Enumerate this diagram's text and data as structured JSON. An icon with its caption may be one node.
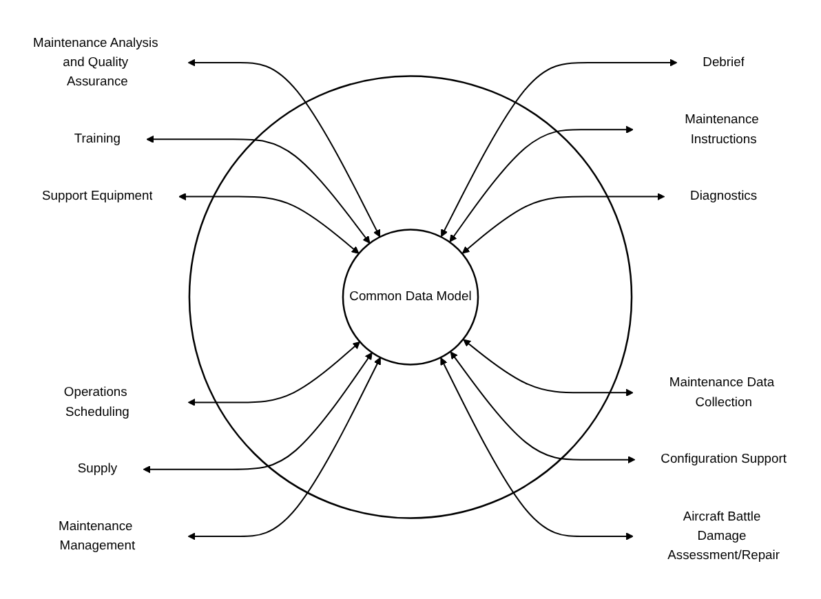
{
  "diagram": {
    "nodes": [
      {
        "text": [],
        "shape": "circle"
      },
      {
        "text": [
          "Common Data Model"
        ],
        "in": 0
      },
      {
        "text": [
          "Debrief"
        ]
      },
      {
        "text": [
          "Maintenance Analysis and Quality Assurance"
        ]
      },
      {
        "text": [
          "Maintenance Instructions"
        ]
      },
      {
        "text": [
          "Training"
        ]
      },
      {
        "text": [
          "Diagnostics"
        ]
      },
      {
        "text": [
          "Support Equipment"
        ]
      },
      {
        "text": [
          "Maintenance Data Collection"
        ]
      },
      {
        "text": [
          "Operations Scheduling"
        ]
      },
      {
        "text": [
          "Configuration Support"
        ]
      },
      {
        "text": [
          "Supply"
        ]
      },
      {
        "text": [
          "Aircraft Battle Damage Assessment/Repair"
        ]
      },
      {
        "text": [
          "Maintenance Management"
        ]
      }
    ],
    "edges": [
      {
        "from": 3,
        "to": 1,
        "arrow": "both"
      },
      {
        "from": 5,
        "to": 1,
        "arrow": "both"
      },
      {
        "from": 7,
        "to": 1,
        "arrow": "both"
      },
      {
        "from": 9,
        "to": 1,
        "arrow": "both"
      },
      {
        "from": 11,
        "to": 1,
        "arrow": "both"
      },
      {
        "from": 13,
        "to": 1,
        "arrow": "both"
      },
      {
        "from": 1,
        "to": 2,
        "arrow": "both"
      },
      {
        "from": 1,
        "to": 4,
        "arrow": "both"
      },
      {
        "from": 1,
        "to": 6,
        "arrow": "both"
      },
      {
        "from": 1,
        "to": 8,
        "arrow": "both"
      },
      {
        "from": 1,
        "to": 10,
        "arrow": "both"
      },
      {
        "from": 1,
        "to": 12,
        "arrow": "both"
      }
    ]
  }
}
